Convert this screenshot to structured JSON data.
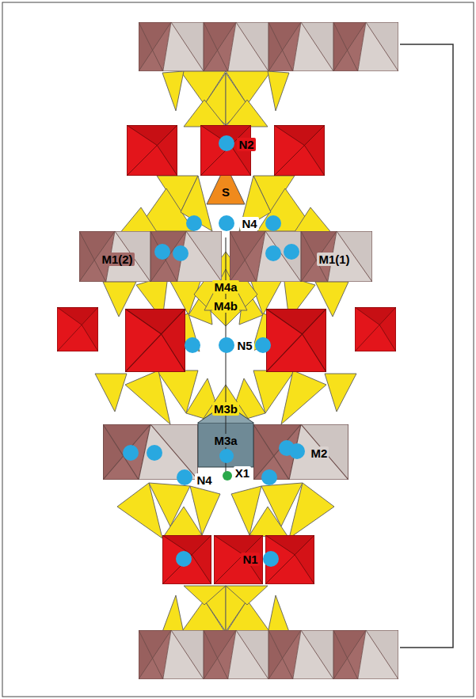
{
  "diagram": {
    "labels": [
      "N2",
      "S",
      "N4",
      "M1(2)",
      "M1(1)",
      "M4a",
      "M4b",
      "N5",
      "M3b",
      "M3a",
      "M2",
      "N4",
      "X1",
      "N1"
    ]
  }
}
